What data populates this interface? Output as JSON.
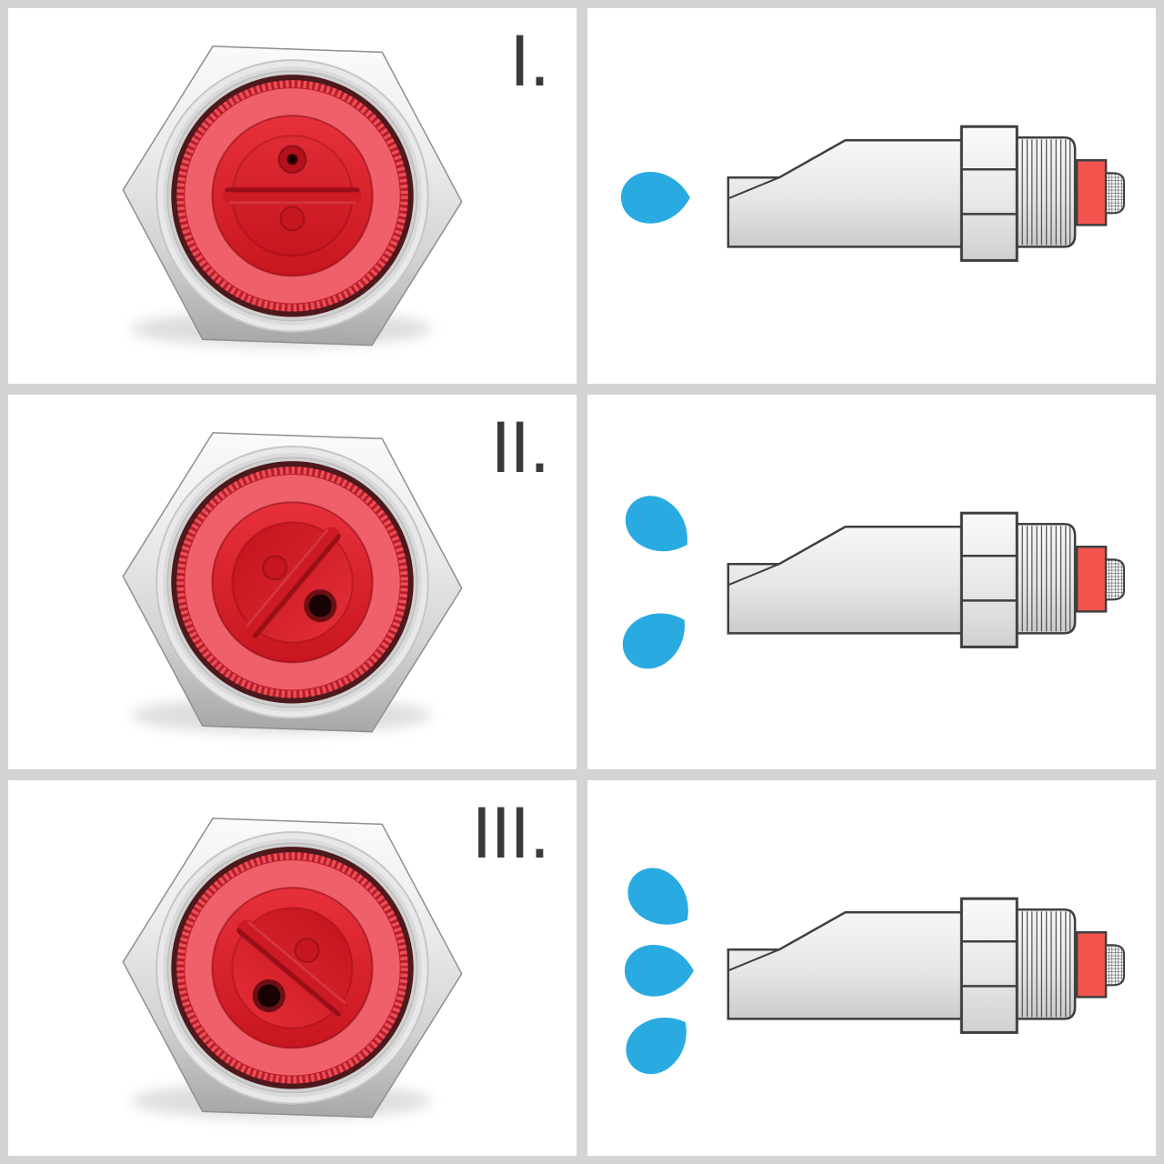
{
  "page": {
    "background_color": "#d4d4d4",
    "panel_color": "#ffffff",
    "layout": "3 rows x 2 columns instructional diagram"
  },
  "colors": {
    "label_dark": "#3a3a3a",
    "droplet_blue": "#29abe2",
    "nozzle_outline": "#3f3f3f",
    "nozzle_red_block": "#f4544e",
    "dial_disc_red": "#d81d27",
    "dial_ring_pink": "#f0606a",
    "knurl_ring_red": "#e8505a",
    "metal_silver": "#e3e3e3"
  },
  "rows": [
    {
      "label": "I.",
      "droplet_count": 1,
      "dial_rotation_deg": 0,
      "description": "valve dial position 1, slot horizontal, small orifice at top, single water drop (low flow)"
    },
    {
      "label": "II.",
      "droplet_count": 2,
      "dial_rotation_deg": 130,
      "description": "valve dial position 2, slot diagonal, open orifice at lower right, two water drops (medium flow)"
    },
    {
      "label": "III.",
      "droplet_count": 3,
      "dial_rotation_deg": 220,
      "description": "valve dial position 3, slot diagonal, open orifice at lower left, three water drops (high flow)"
    }
  ]
}
